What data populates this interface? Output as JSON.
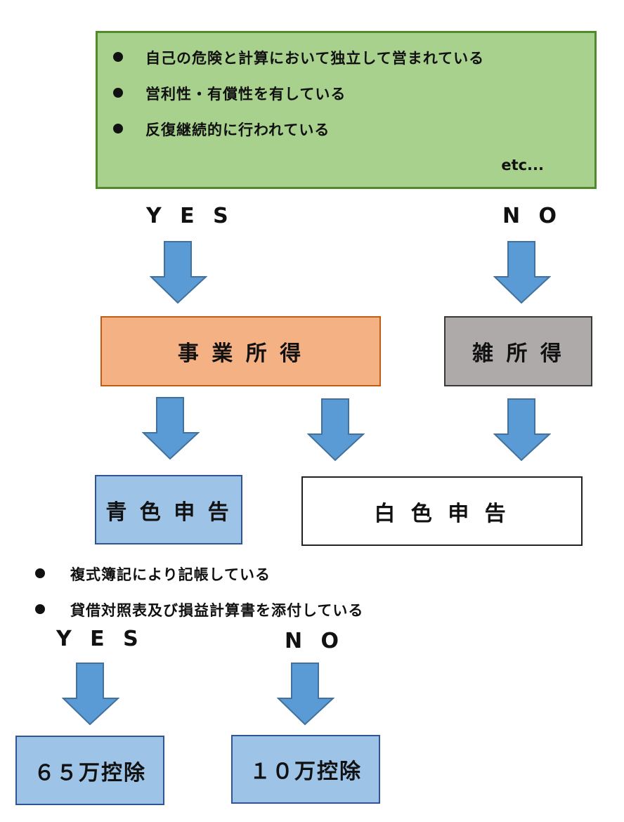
{
  "criteria": {
    "items": [
      "自己の危険と計算において独立して営まれている",
      "営利性・有償性を有している",
      "反復継続的に行われている"
    ],
    "etc": "etc..."
  },
  "branch_top": {
    "yes": "Y E S",
    "no": "N O"
  },
  "income": {
    "business": "事 業 所 得",
    "misc": "雑 所 得"
  },
  "filing": {
    "blue": "青 色 申 告",
    "white": "白 色 申 告"
  },
  "requirements": {
    "items": [
      "複式簿記により記帳している",
      "貸借対照表及び損益計算書を添付している"
    ]
  },
  "branch_bottom": {
    "yes": "Y E S",
    "no": "N O"
  },
  "deduction": {
    "yes": "６５万控除",
    "no": "１０万控除"
  },
  "colors": {
    "criteria_fill": "#a9d18e",
    "criteria_border": "#4f8a2b",
    "business_fill": "#f4b183",
    "misc_fill": "#aeaaaa",
    "blue_fill": "#9dc3e6",
    "arrow_fill": "#5b9bd5",
    "arrow_stroke": "#41719c"
  }
}
